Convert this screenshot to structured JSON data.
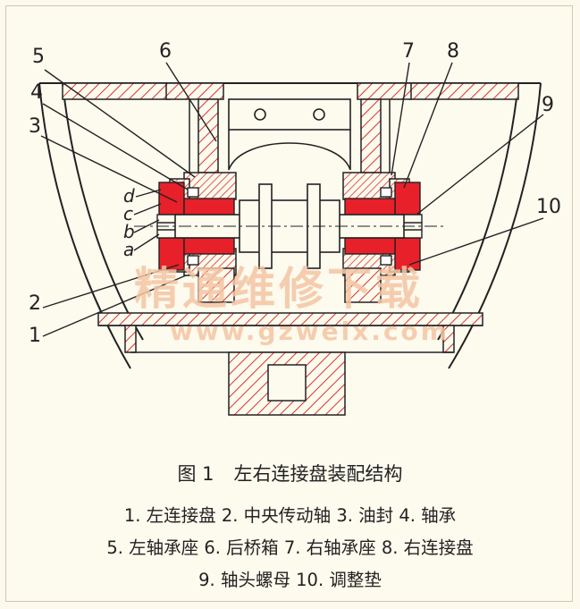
{
  "figure": {
    "number": "图 1",
    "title": "左右连接盘装配结构"
  },
  "legend_lines": [
    "1. 左连接盘  2. 中央传动轴  3. 油封  4. 轴承",
    "5. 左轴承座 6. 后桥箱  7. 右轴承座 8. 右连接盘",
    "9. 轴头螺母  10. 调整垫"
  ],
  "callouts": {
    "n1": "1",
    "n2": "2",
    "n3": "3",
    "n4": "4",
    "n5": "5",
    "n6": "6",
    "n7": "7",
    "n8": "8",
    "n9": "9",
    "n10": "10",
    "a": "a",
    "b": "b",
    "c": "c",
    "d": "d"
  },
  "watermark": {
    "line1": "精通维修下载",
    "line2": "www.gzweix.com"
  },
  "colors": {
    "highlight": "#e8202a",
    "hatch": "#d8332c",
    "line": "#222222",
    "background": "#fdf9ec",
    "watermark": "#f4c6a4"
  }
}
